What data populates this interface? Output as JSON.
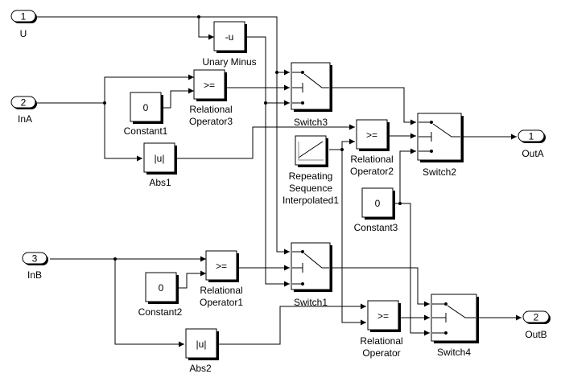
{
  "diagram": {
    "inports": [
      {
        "id": "U",
        "number": "1",
        "label": "U"
      },
      {
        "id": "InA",
        "number": "2",
        "label": "InA"
      },
      {
        "id": "InB",
        "number": "3",
        "label": "InB"
      }
    ],
    "outports": [
      {
        "id": "OutA",
        "number": "1",
        "label": "OutA"
      },
      {
        "id": "OutB",
        "number": "2",
        "label": "OutB"
      }
    ],
    "blocks": {
      "unary_minus": {
        "symbol": "-u",
        "label": "Unary Minus"
      },
      "relop3": {
        "symbol": ">=",
        "label_lines": [
          "Relational",
          "Operator3"
        ]
      },
      "relop2": {
        "symbol": ">=",
        "label_lines": [
          "Relational",
          "Operator2"
        ]
      },
      "relop1": {
        "symbol": ">=",
        "label_lines": [
          "Relational",
          "Operator1"
        ]
      },
      "relop": {
        "symbol": ">=",
        "label_lines": [
          "Relational",
          "Operator"
        ]
      },
      "constant1": {
        "value": "0",
        "label": "Constant1"
      },
      "constant2": {
        "value": "0",
        "label": "Constant2"
      },
      "constant3": {
        "value": "0",
        "label": "Constant3"
      },
      "abs1": {
        "symbol": "|u|",
        "label": "Abs1"
      },
      "abs2": {
        "symbol": "|u|",
        "label": "Abs2"
      },
      "repeating": {
        "label_lines": [
          "Repeating",
          "Sequence",
          "Interpolated1"
        ]
      },
      "switch3": {
        "label": "Switch3"
      },
      "switch2": {
        "label": "Switch2"
      },
      "switch1": {
        "label": "Switch1"
      },
      "switch4": {
        "label": "Switch4"
      }
    }
  }
}
